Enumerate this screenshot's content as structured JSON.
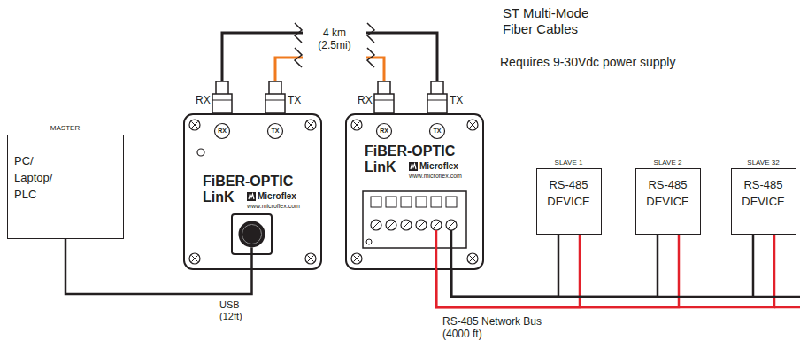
{
  "diagram": {
    "nodes": [
      {
        "text": [
          "MASTER",
          "PC/ Laptop/ PLC"
        ]
      },
      {
        "text": [
          "RX",
          "TX",
          "FiBER-OPTIC LinK",
          "Microflex",
          "www.microflex.com"
        ]
      },
      {
        "text": [
          "RX",
          "TX",
          "FiBER-OPTIC LinK",
          "Microflex",
          "www.microflex.com"
        ]
      },
      {
        "text": [
          "SLAVE 1",
          "RS-485 DEVICE"
        ]
      },
      {
        "text": [
          "SLAVE 2",
          "RS-485 DEVICE"
        ]
      },
      {
        "text": [
          "SLAVE 32",
          "RS-485 DEVICE"
        ]
      }
    ],
    "edges": [
      {
        "from": 0,
        "to": 1,
        "arrow": "none"
      },
      {
        "from": 1,
        "to": 2,
        "arrow": "none"
      },
      {
        "from": 1,
        "to": 2,
        "arrow": "none"
      },
      {
        "from": 2,
        "to": 3,
        "arrow": "none"
      },
      {
        "from": 2,
        "to": 4,
        "arrow": "none"
      },
      {
        "from": 2,
        "to": 5,
        "arrow": "none"
      }
    ],
    "labels": [
      "ST Multi-Mode Fiber Cables",
      "4 km (2.5mi)",
      "RX",
      "TX",
      "RX",
      "TX",
      "Requires 9-30Vdc power supply",
      "USB (12ft)",
      "RS-485 Network Bus (4000 ft)"
    ]
  }
}
